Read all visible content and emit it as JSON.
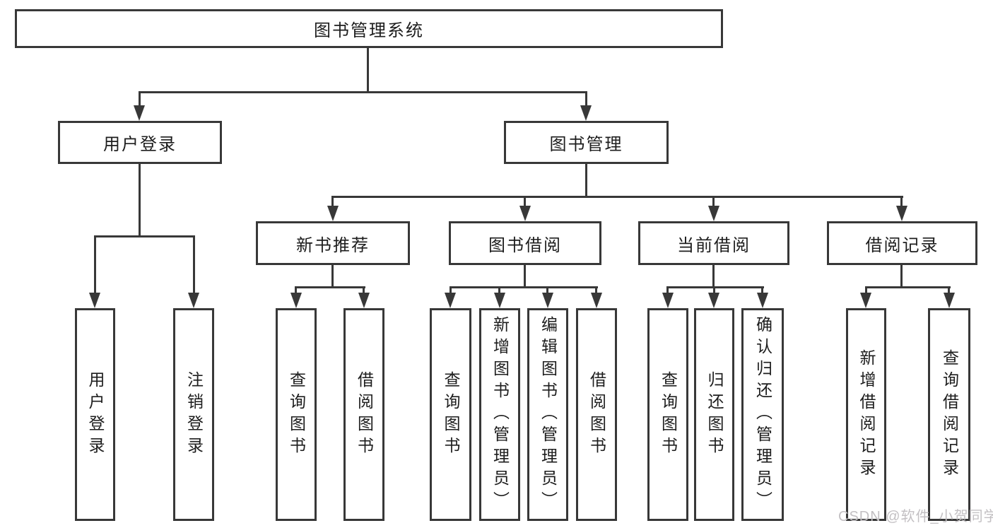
{
  "diagram": {
    "root": {
      "label": "图书管理系统"
    },
    "branches": [
      {
        "label": "用户登录",
        "children": [
          "用户登录",
          "注销登录"
        ]
      },
      {
        "label": "图书管理",
        "groups": [
          {
            "label": "新书推荐",
            "children": [
              "查询图书",
              "借阅图书"
            ]
          },
          {
            "label": "图书借阅",
            "children": [
              "查询图书",
              "新增图书（管理员）",
              "编辑图书（管理员）",
              "借阅图书"
            ]
          },
          {
            "label": "当前借阅",
            "children": [
              "查询图书",
              "归还图书",
              "确认归还（管理员）"
            ]
          },
          {
            "label": "借阅记录",
            "children": [
              "新增借阅记录",
              "查询借阅记录"
            ]
          }
        ]
      }
    ]
  },
  "watermark": {
    "label": "CSDN @软件_小贺同学"
  },
  "colors": {
    "line": "#383838",
    "text": "#1d1d1d",
    "watermark": "#c3c0c3",
    "background": "#ffffff"
  }
}
